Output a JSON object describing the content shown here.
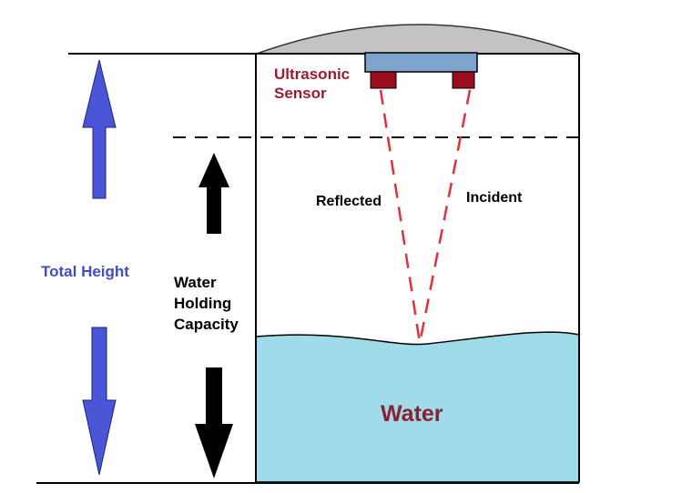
{
  "labels": {
    "sensor_line1": "Ultrasonic",
    "sensor_line2": "Sensor",
    "reflected": "Reflected",
    "incident": "Incident",
    "total_height": "Total Height",
    "capacity_line1": "Water",
    "capacity_line2": "Holding",
    "capacity_line3": "Capacity",
    "water": "Water"
  },
  "colors": {
    "dome": "#c3c3c3",
    "sensor_body": "#7ea3cc",
    "transducer": "#9b0d1c",
    "sensor_text": "#9b1b30",
    "beam": "#e0303a",
    "water": "#9fdbe8",
    "total_arrow": "#4a56d6",
    "total_text": "#3f4ec2",
    "capacity_arrow": "#000000",
    "water_text": "#8e1f33",
    "outline": "#000000"
  }
}
